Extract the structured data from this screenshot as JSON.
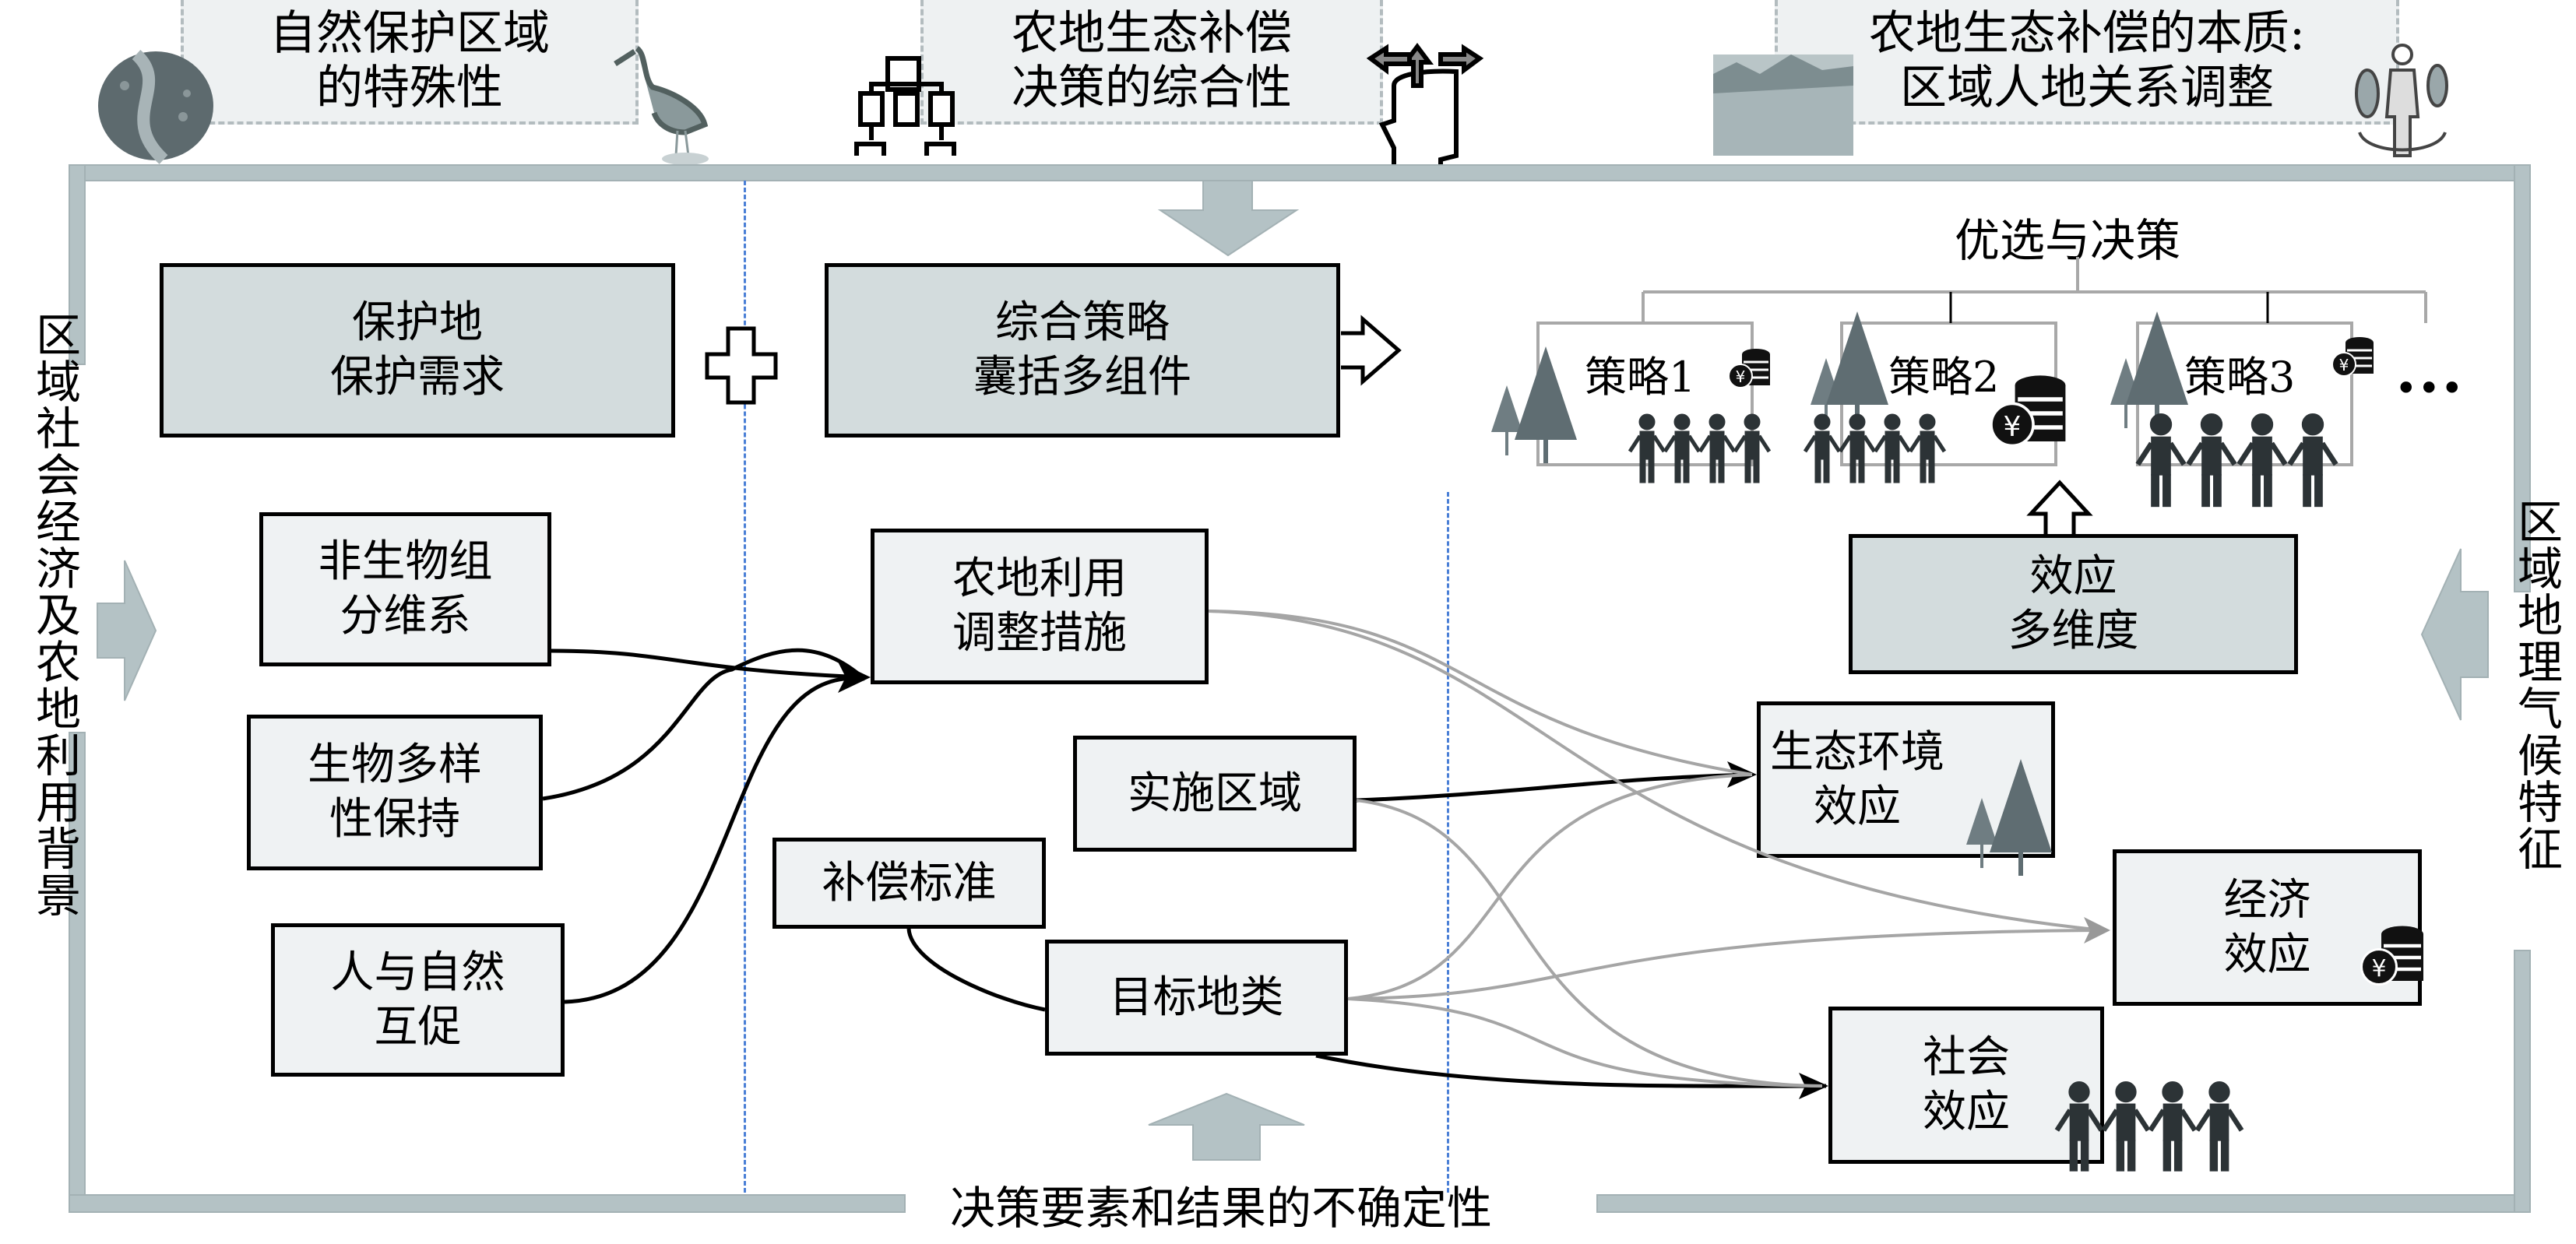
{
  "header": {
    "items": [
      {
        "line1": "自然保护区域",
        "line2": "的特殊性",
        "left_icon": "river-landscape-icon",
        "right_icon": "crane-bird-icon"
      },
      {
        "line1": "农地生态补偿",
        "line2": "决策的综合性",
        "left_icon": "decision-tree-icon",
        "right_icon": "head-thinking-arrows-icon"
      },
      {
        "line1": "农地生态补偿的本质:",
        "line2": "区域人地关系调整",
        "left_icon": "farmland-photo-icon",
        "right_icon": "human-nature-icon"
      }
    ]
  },
  "side": {
    "left": "区域社会经济及农地利用背景",
    "right": "区域地理气候特征",
    "bottom": "决策要素和结果的不确定性"
  },
  "left_column": {
    "main": {
      "line1": "保护地",
      "line2": "保护需求"
    },
    "items": [
      {
        "line1": "非生物组",
        "line2": "分维系"
      },
      {
        "line1": "生物多样",
        "line2": "性保持"
      },
      {
        "line1": "人与自然",
        "line2": "互促"
      }
    ]
  },
  "middle_column": {
    "main": {
      "line1": "综合策略",
      "line2": "囊括多组件"
    },
    "components": [
      {
        "line1": "农地利用",
        "line2": "调整措施"
      },
      {
        "line1": "实施区域",
        "line2": ""
      },
      {
        "line1": "补偿标准",
        "line2": ""
      },
      {
        "line1": "目标地类",
        "line2": ""
      }
    ]
  },
  "right_column": {
    "selection_title": "优选与决策",
    "strategies": [
      "策略1",
      "策略2",
      "策略3"
    ],
    "more": "•••",
    "effects_main": {
      "line1": "效应",
      "line2": "多维度"
    },
    "effects": [
      {
        "line1": "生态环境",
        "line2": "效应",
        "icon": "trees-icon"
      },
      {
        "line1": "经济",
        "line2": "效应",
        "icon": "yuan-coins-icon"
      },
      {
        "line1": "社会",
        "line2": "效应",
        "icon": "people-holding-hands-icon"
      }
    ]
  },
  "colors": {
    "frame": "#b4c2c5",
    "dark_box": "#d3dcdd",
    "light_box": "#eff2f3",
    "divider": "#4a7fd6",
    "strong_link": "#000000",
    "weak_link": "#a9a9a9"
  }
}
